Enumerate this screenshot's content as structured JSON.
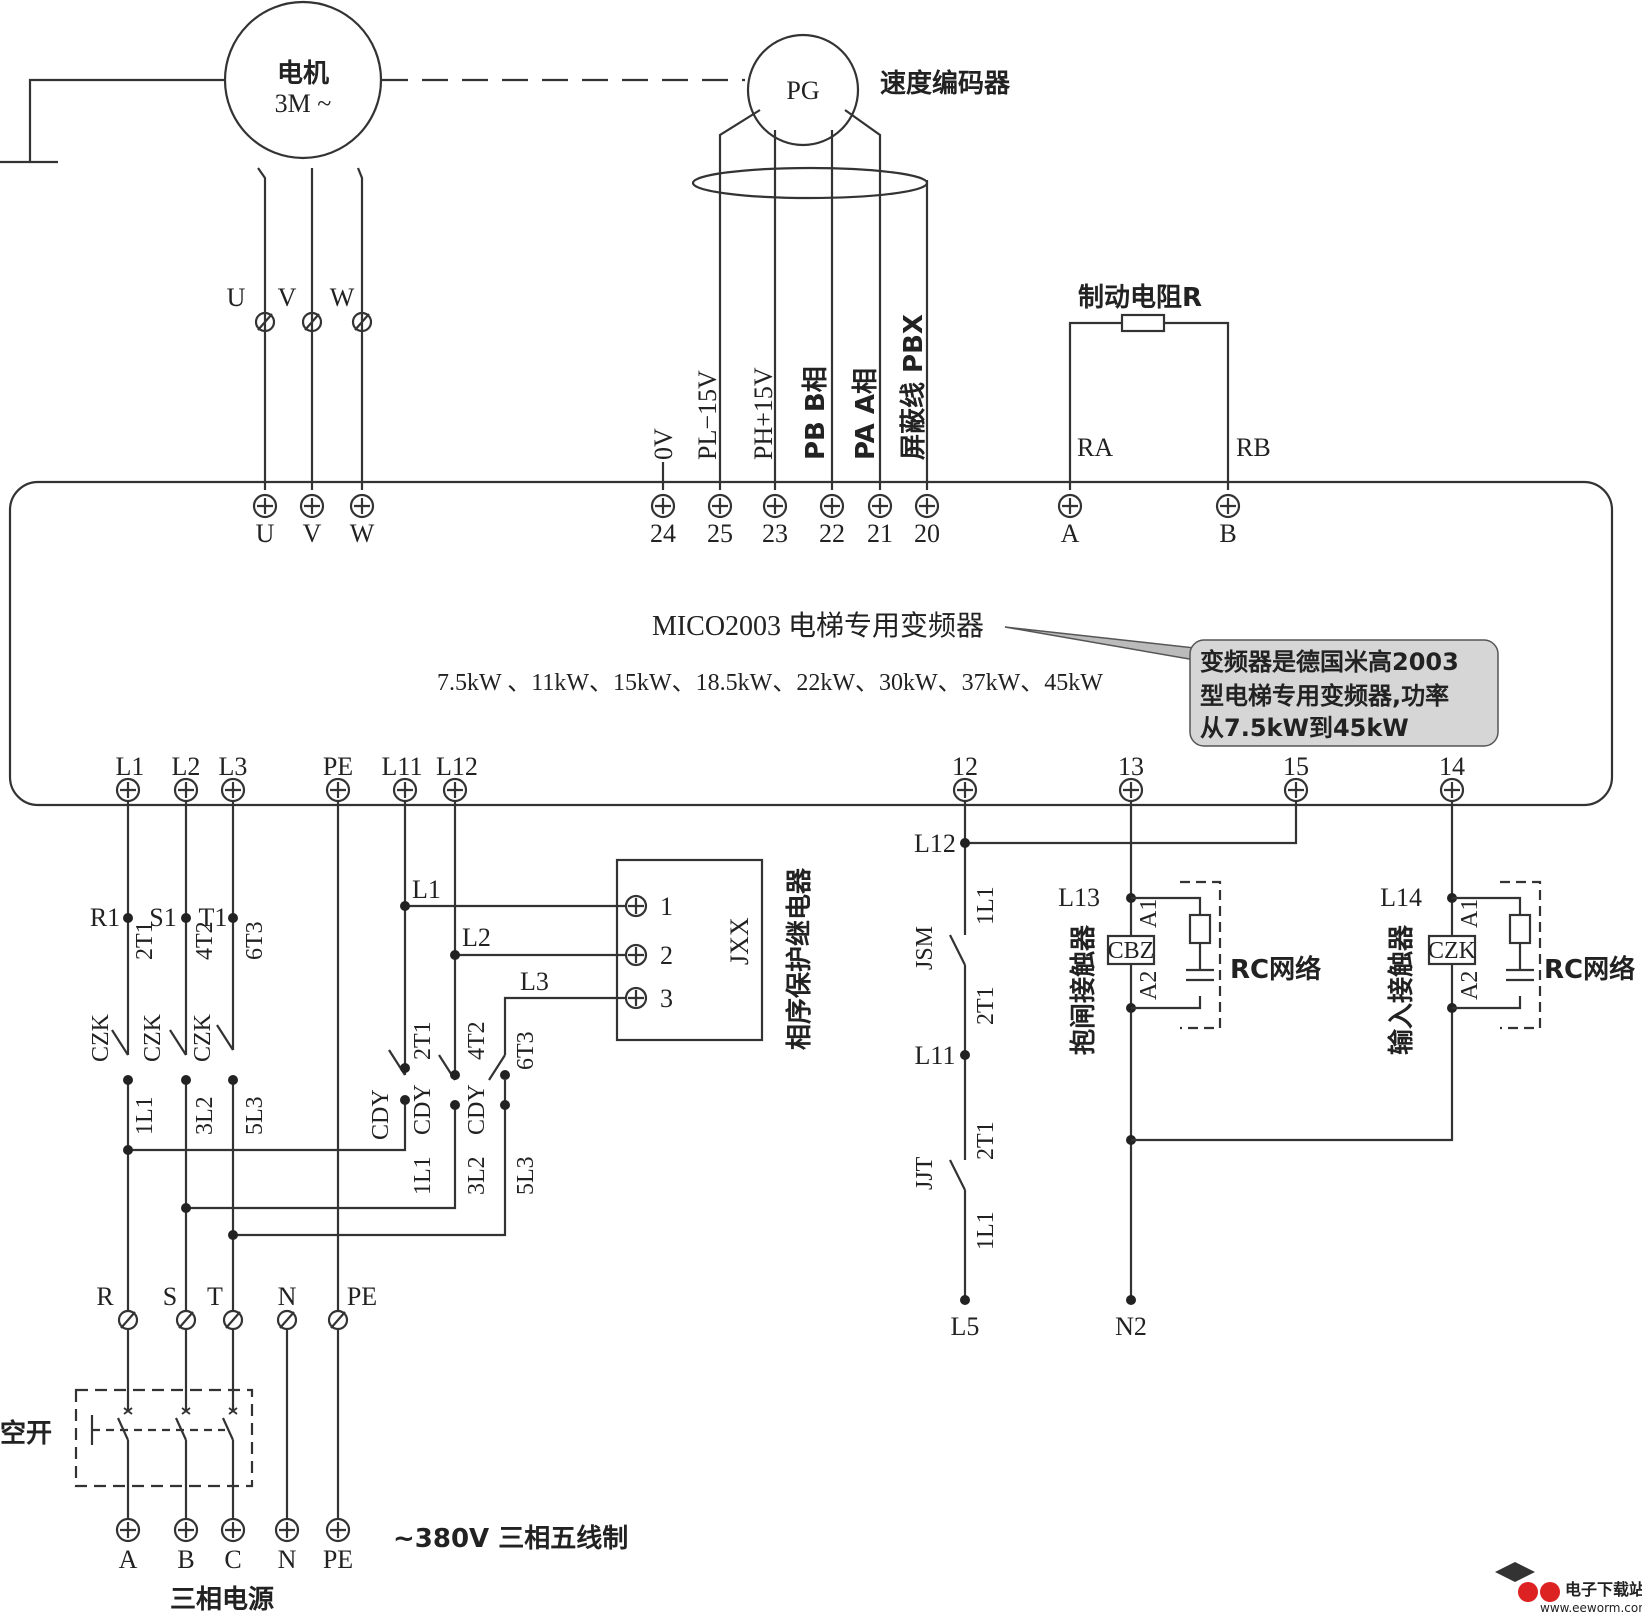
{
  "motor": {
    "label": "电机",
    "sub": "3M ~"
  },
  "encoder": {
    "label": "PG",
    "caption": "速度编码器"
  },
  "motor_terminals": [
    "U",
    "V",
    "W"
  ],
  "encoder_signals": [
    "0V",
    "PL−15V",
    "PH+15V",
    "PB B相",
    "PA A相",
    "屏蔽线 PBX"
  ],
  "encoder_terminals": [
    "24",
    "25",
    "23",
    "22",
    "21",
    "20"
  ],
  "brake_resistor": {
    "label": "制动电阻R",
    "left": "RA",
    "right": "RB",
    "term_left": "A",
    "term_right": "B"
  },
  "inverter": {
    "title": "MICO2003 电梯专用变频器",
    "powers": "7.5kW 、11kW、15kW、18.5kW、22kW、30kW、37kW、45kW",
    "callout": [
      "变频器是德国米高2003",
      "型电梯专用变频器,功率",
      "从7.5kW到45kW"
    ]
  },
  "bottom_terminals": [
    "L1",
    "L2",
    "L3",
    "PE",
    "L11",
    "L12",
    "12",
    "13",
    "15",
    "14"
  ],
  "phase_nodes": [
    "R1",
    "S1",
    "T1"
  ],
  "czk_labels": {
    "c1": "CZK",
    "c2": "CZK",
    "c3": "CZK",
    "top1": "2T1",
    "top2": "4T2",
    "top3": "6T3",
    "bot1": "1L1",
    "bot2": "3L2",
    "bot3": "5L3"
  },
  "cdy_labels": {
    "c1": "CDY",
    "c2": "CDY",
    "c3": "CDY",
    "top1": "2T1",
    "top2": "4T2",
    "top3": "6T3",
    "bot1": "1L1",
    "bot2": "3L2",
    "bot3": "5L3"
  },
  "phase_relay": {
    "name": "JXX",
    "caption": "相序保护继电器",
    "inputs": [
      "L1",
      "L2",
      "L3"
    ],
    "pins": [
      "1",
      "2",
      "3"
    ]
  },
  "control": {
    "l12": "L12",
    "l11": "L11",
    "l5": "L5",
    "jsm": "JSM",
    "jjt": "JJT",
    "jsm_top": "1L1",
    "jsm_bot": "2T1",
    "jjt_top": "2T1",
    "jjt_bot": "1L1"
  },
  "brake_contactor": {
    "caption": "抱闸接触器",
    "coil": "CBZ",
    "node": "L13",
    "a1": "A1",
    "a2": "A2",
    "rc": "RC网络",
    "end": "N2"
  },
  "input_contactor": {
    "caption": "输入接触器",
    "coil": "CZK",
    "node": "L14",
    "a1": "A1",
    "a2": "A2",
    "rc": "RC网络"
  },
  "supply_labels": [
    "R",
    "S",
    "T",
    "N",
    "PE"
  ],
  "breaker": {
    "label": "空开"
  },
  "source_terminals": [
    "A",
    "B",
    "C",
    "N",
    "PE"
  ],
  "supply_caption": "~380V 三相五线制",
  "source_caption": "三相电源",
  "watermark": {
    "brand": "电子下载站",
    "url": "www.eeworm.com"
  }
}
